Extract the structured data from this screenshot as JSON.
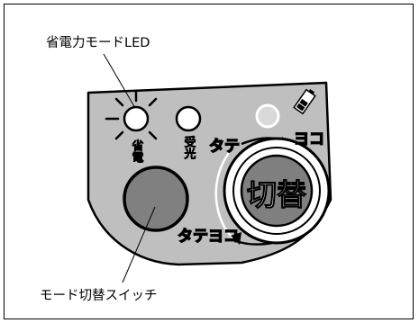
{
  "callouts": {
    "led_label": "省電力モードLED",
    "switch_label": "モード切替スイッチ"
  },
  "panel": {
    "indicator_left_text": "省電",
    "indicator_right_text": "受光",
    "orient_top_label": "タテ",
    "orient_top_right_label": "ヨコ",
    "orient_bottom_label": "タテヨコ",
    "toggle_button_text": "切替"
  },
  "icons": [
    "battery-icon",
    "led-lit-icon",
    "led-icon",
    "led-off-icon",
    "switch-button-icon"
  ],
  "colors": {
    "panel_fill": "#bfbfbf",
    "button_fill": "#808080",
    "line": "#000000",
    "white": "#ffffff"
  }
}
